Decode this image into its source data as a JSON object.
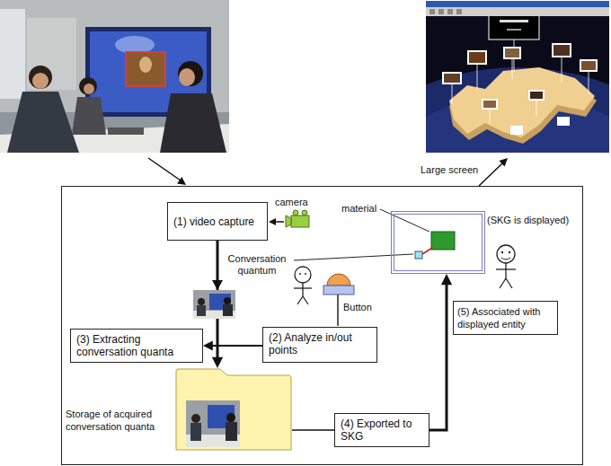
{
  "diagram": {
    "nodes": [
      {
        "text": [
          "(1) video capture"
        ]
      },
      {
        "text": [
          "(SKG is displayed)"
        ]
      },
      {
        "text": [
          "(5) Associated with displayed entity"
        ]
      },
      {
        "text": [
          "(2) Analyze in/out points"
        ]
      },
      {
        "text": [
          "(3) Extracting conversation quanta"
        ]
      },
      {
        "text": [
          "Storage of acquired conversation quanta"
        ]
      },
      {
        "text": [
          "(4) Exported to SKG"
        ]
      }
    ],
    "edges": [
      {
        "from": 0,
        "to": 5,
        "arrow": "to"
      },
      {
        "from": 3,
        "to": 4,
        "arrow": "to"
      },
      {
        "from": 5,
        "to": 6,
        "arrow": "none"
      },
      {
        "from": 6,
        "to": 1,
        "arrow": "to"
      }
    ],
    "labels": [
      "camera",
      "material",
      "Conversation quantum",
      "Button",
      "Large screen"
    ]
  }
}
